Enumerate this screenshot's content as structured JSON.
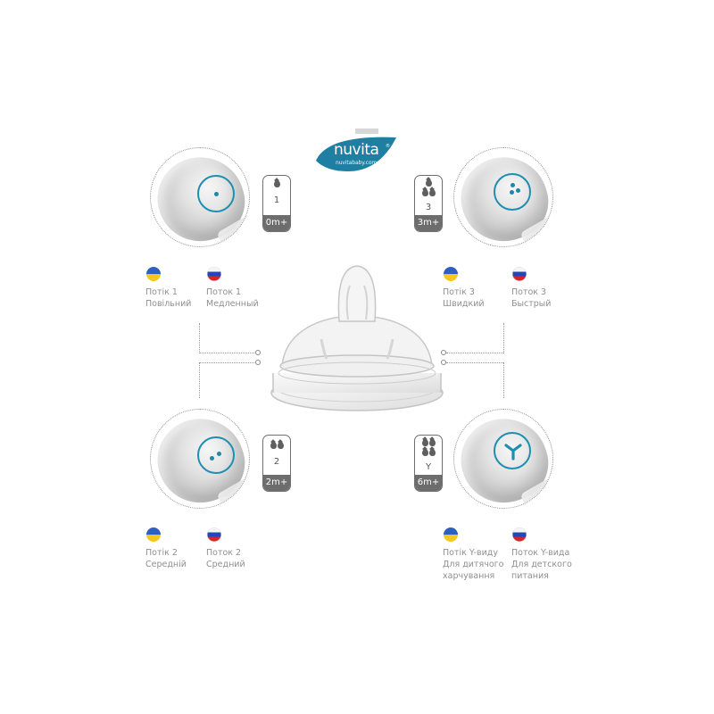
{
  "brand": {
    "name": "nuvita",
    "trademark": "®",
    "website": "nuvitababy.com",
    "color": "#1e7fa3"
  },
  "accent_color": "#1e8fb0",
  "badge_color": "#6d6d6d",
  "flows": [
    {
      "id": "flow-1",
      "position": "top-left",
      "badge": {
        "drops": 1,
        "number": "1",
        "age": "0m+"
      },
      "hole_pattern": "single-dot",
      "labels": {
        "ua": {
          "flag": "ukraine-flag",
          "line1": "Потік 1",
          "line2": "Повільний"
        },
        "ru": {
          "flag": "russia-flag",
          "line1": "Поток 1",
          "line2": "Медленный"
        }
      }
    },
    {
      "id": "flow-3",
      "position": "top-right",
      "badge": {
        "drops": 3,
        "number": "3",
        "age": "3m+"
      },
      "hole_pattern": "three-dots",
      "labels": {
        "ua": {
          "flag": "ukraine-flag",
          "line1": "Потік 3",
          "line2": "Швидкий"
        },
        "ru": {
          "flag": "russia-flag",
          "line1": "Поток 3",
          "line2": "Быстрый"
        }
      }
    },
    {
      "id": "flow-2",
      "position": "bottom-left",
      "badge": {
        "drops": 2,
        "number": "2",
        "age": "2m+"
      },
      "hole_pattern": "two-dots",
      "labels": {
        "ua": {
          "flag": "ukraine-flag",
          "line1": "Потік 2",
          "line2": "Середній"
        },
        "ru": {
          "flag": "russia-flag",
          "line1": "Поток 2",
          "line2": "Средний"
        }
      }
    },
    {
      "id": "flow-y",
      "position": "bottom-right",
      "badge": {
        "drops": 4,
        "number": "Y",
        "age": "6m+"
      },
      "hole_pattern": "y-cut",
      "labels": {
        "ua": {
          "flag": "ukraine-flag",
          "line1": "Потік Y-виду",
          "line2": "Для дитячого",
          "line3": "харчування"
        },
        "ru": {
          "flag": "russia-flag",
          "line1": "Поток Y-вида",
          "line2": "Для детского",
          "line3": "питания"
        }
      }
    }
  ],
  "center_product": "silicone-nipple-image"
}
